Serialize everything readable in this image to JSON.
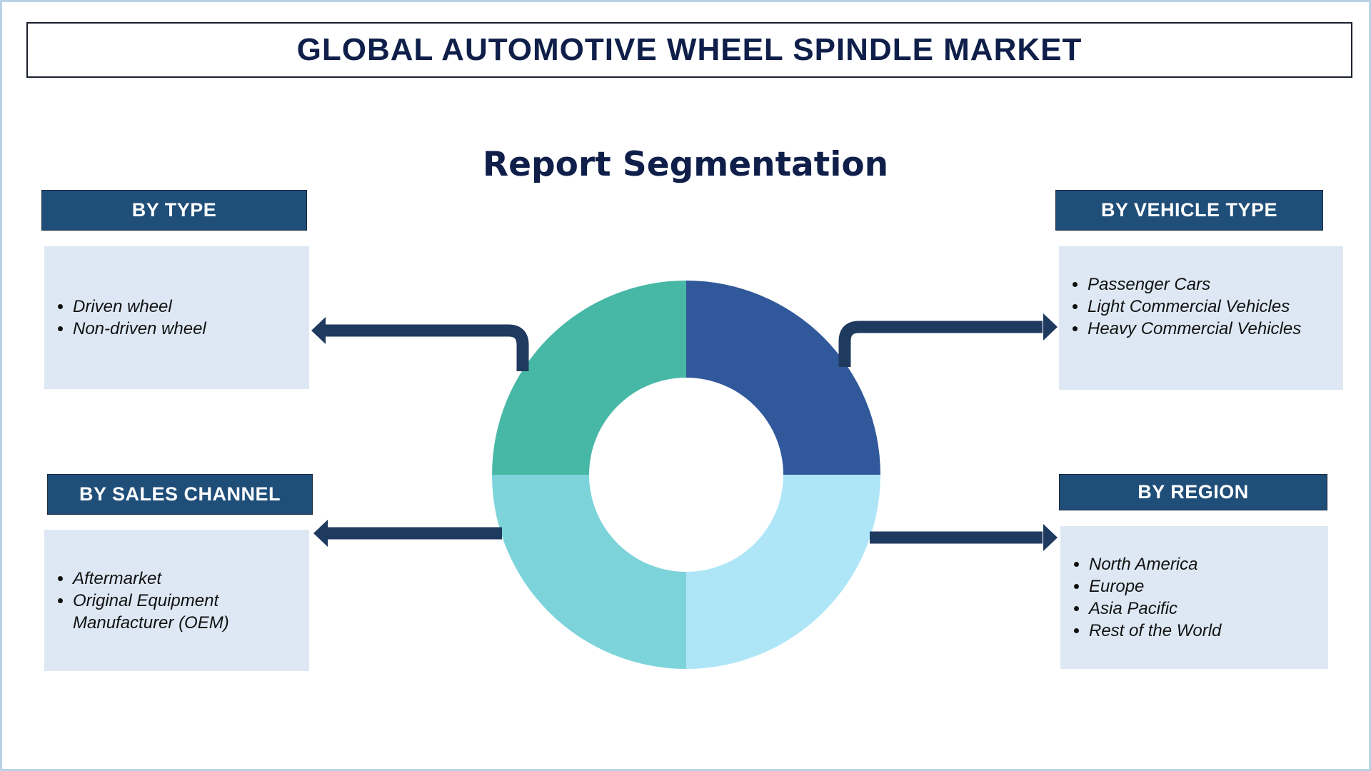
{
  "title": "GLOBAL AUTOMOTIVE WHEEL SPINDLE MARKET",
  "subtitle": "Report Segmentation",
  "segments": {
    "type": {
      "header": "BY TYPE",
      "items": [
        "Driven wheel",
        "Non-driven wheel"
      ]
    },
    "vehicle_type": {
      "header": "BY VEHICLE TYPE",
      "items": [
        "Passenger Cars",
        "Light Commercial Vehicles",
        "Heavy Commercial Vehicles"
      ]
    },
    "sales_channel": {
      "header": "BY SALES CHANNEL",
      "items": [
        "Aftermarket",
        "Original Equipment Manufacturer (OEM)"
      ]
    },
    "region": {
      "header": "BY REGION",
      "items": [
        "North America",
        "Europe",
        "Asia Pacific",
        "Rest of the World"
      ]
    }
  },
  "colors": {
    "header_bg": "#1f4e79",
    "arrow": "#1f3a5f",
    "donut_top_left": "#48b8a6",
    "donut_top_right": "#30589a",
    "donut_bottom_right": "#aee6f8",
    "donut_bottom_left": "#7dd3da"
  }
}
